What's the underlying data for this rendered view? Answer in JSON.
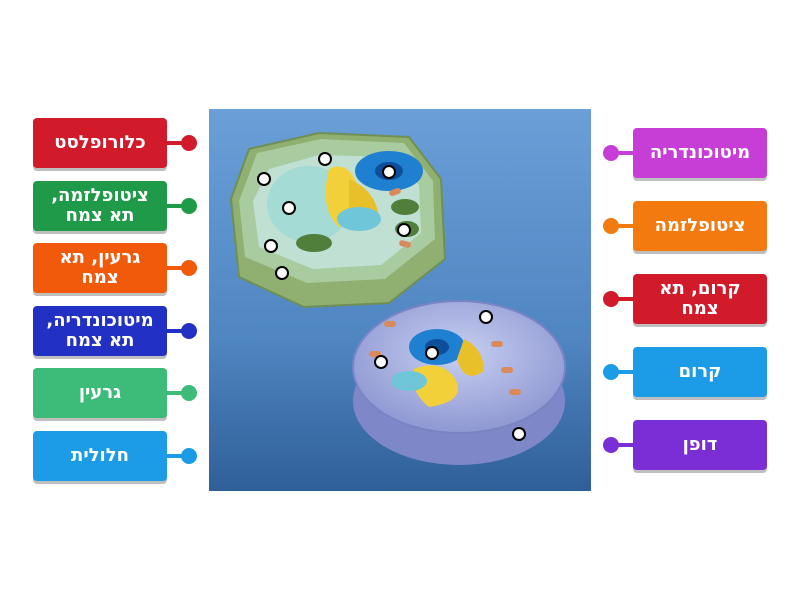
{
  "left_labels": [
    {
      "text": "כלורופלסט",
      "color": "#d11a2a"
    },
    {
      "text": "ציטופלזמה,\nתא צמח",
      "color": "#1f9a48"
    },
    {
      "text": "גרעין, תא צמח",
      "color": "#f05a0a"
    },
    {
      "text": "מיטוכונדריה,\nתא צמח",
      "color": "#2230c4"
    },
    {
      "text": "גרעין",
      "color": "#3dbb78"
    },
    {
      "text": "חלולית",
      "color": "#1c9be6"
    }
  ],
  "right_labels": [
    {
      "text": "מיטוכונדריה",
      "color": "#c73ed6"
    },
    {
      "text": "ציטופלזמה",
      "color": "#f27a0e"
    },
    {
      "text": "קרום, תא צמח",
      "color": "#d11a2a"
    },
    {
      "text": "קרום",
      "color": "#1c9be6"
    },
    {
      "text": "דופן",
      "color": "#7b2ed6"
    }
  ],
  "image": {
    "subject": "plant-and-animal-cell-diagram",
    "background_top": "#6a9fd8",
    "background_bottom": "#3a6fa8"
  }
}
